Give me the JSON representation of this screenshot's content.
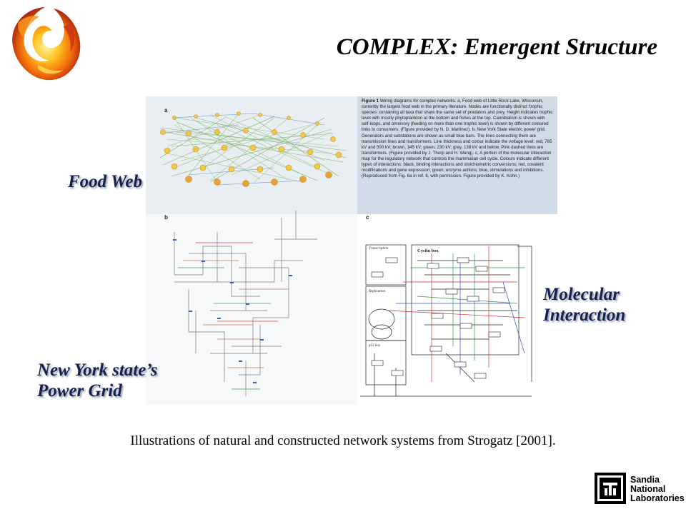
{
  "slide": {
    "title": "COMPLEX: Emergent Structure",
    "caption": "Illustrations of natural and constructed network systems from Strogatz [2001]."
  },
  "labels": {
    "food_web": "Food Web",
    "molecular_line1": "Molecular",
    "molecular_line2": "Interaction",
    "power_line1": "New York state’s",
    "power_line2": "Power Grid"
  },
  "figure": {
    "panel_a": "a",
    "panel_b": "b",
    "panel_c": "c",
    "caption_heading": "Figure 1",
    "caption_text": "Wiring diagrams for complex networks. a, Food web of Little Rock Lake, Wisconsin, currently the largest food web in the primary literature. Nodes are functionally distinct ‘trophic species’ containing all taxa that share the same set of predators and prey. Height indicates trophic level with mostly phytoplankton at the bottom and fishes at the top. Cannibalism is shown with self-loops, and omnivory (feeding on more than one trophic level) is shown by different coloured links to consumers. (Figure provided by N. D. Martinez). b, New York State electric power grid. Generators and substations are shown as small blue bars. The lines connecting them are transmission lines and transformers. Line thickness and colour indicate the voltage level: red, 765 kV and 500 kV; brown, 345 kV; green, 230 kV; grey, 138 kV and below. Pink dashed lines are transformers. (Figure provided by J. Thorp and H. Wang). c, A portion of the molecular interaction map for the regulatory network that controls the mammalian cell cycle. Colours indicate different types of interactions: black, binding interactions and stoichiometric conversions; red, covalent modifications and gene expression; green, enzyme actions; blue, stimulations and inhibitions. (Reproduced from Fig. 6a in ref. 6, with permission. Figure provided by K. Kohn.)",
    "cyclin_box": "Cyclin box",
    "transcription": "Transcription",
    "replication": "Replication",
    "p53_box": "p53 box"
  },
  "brand": {
    "org_line1": "Sandia",
    "org_line2": "National",
    "org_line3": "Laboratories"
  },
  "colors": {
    "label_color": "#16224d",
    "figure_bg": "#dfe6ee",
    "caption_bg": "#cfdbe6"
  }
}
